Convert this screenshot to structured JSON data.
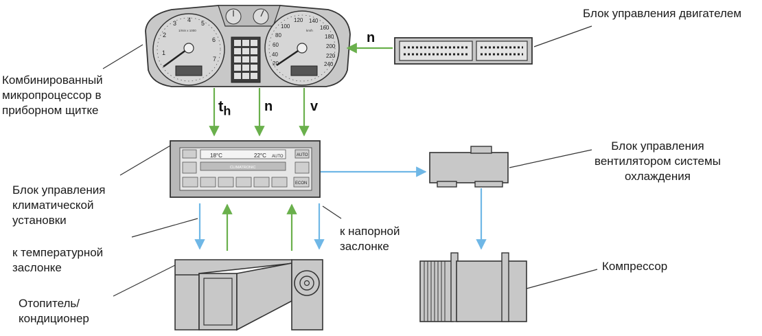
{
  "labels": {
    "ecu": "Блок управления двигателем",
    "cluster": [
      "Комбинированный",
      "микропроцессор в",
      "приборном щитке"
    ],
    "climate": [
      "Блок управления",
      "климатической",
      "установки"
    ],
    "fan": [
      "Блок управления",
      "вентилятором системы",
      "охлаждения"
    ],
    "temp_flap": [
      "к температурной",
      "заслонке"
    ],
    "pressure_flap": [
      "к напорной",
      "заслонке"
    ],
    "heater": [
      "Отопитель/",
      "кондиционер"
    ],
    "compressor": "Компрессор"
  },
  "signals": {
    "ecu_to_cluster": "n",
    "th": "t",
    "th_sub": "h",
    "n": "n",
    "v": "v"
  },
  "cluster": {
    "tacho_numbers": [
      "1",
      "2",
      "3",
      "4",
      "5",
      "6",
      "7"
    ],
    "tacho_caption": "1/min x 1000",
    "speedo_numbers": [
      "20",
      "40",
      "60",
      "80",
      "100",
      "120",
      "140",
      "160",
      "180",
      "200",
      "220",
      "240"
    ],
    "speedo_caption": "km/h"
  },
  "climate_panel": {
    "temp_left": "18°C",
    "temp_right": "22°C",
    "mode": "AUTO",
    "auto_button": "AUTO",
    "brand": "CLIMATRONIC",
    "econ_button": "ECON"
  },
  "colors": {
    "green_arrow": "#6ab04c",
    "blue_arrow": "#6fb7e6",
    "device_fill": "#c8c8c8",
    "outline": "#333333"
  }
}
